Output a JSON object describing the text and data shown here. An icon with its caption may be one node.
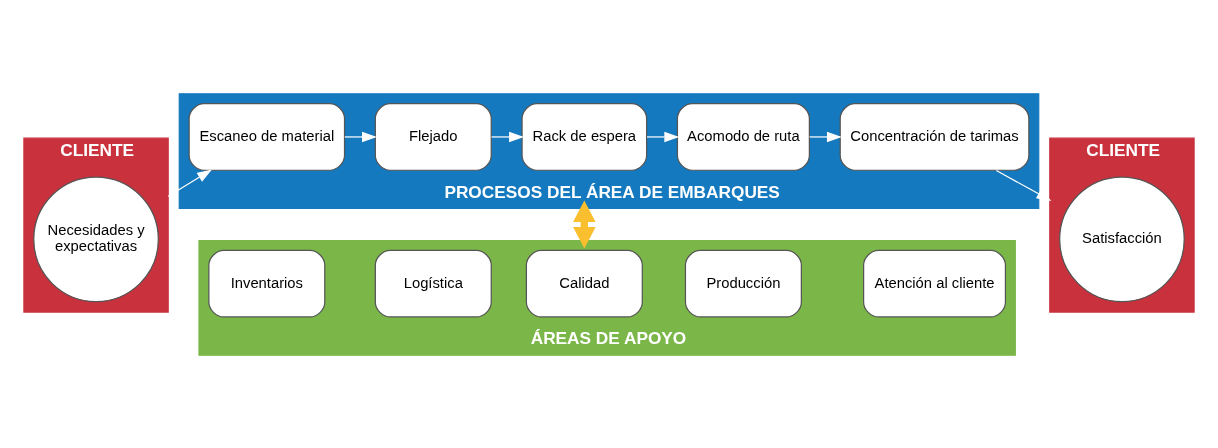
{
  "diagram": {
    "nodes": [
      {
        "text": [
          "CLIENTE"
        ]
      },
      {
        "text": [
          "Necesidades y expectativas"
        ],
        "in": 0
      },
      {
        "text": [
          "PROCESOS DEL ÁREA DE EMBARQUES"
        ]
      },
      {
        "text": [
          "Escaneo de material"
        ],
        "in": 2
      },
      {
        "text": [
          "Flejado"
        ],
        "in": 2
      },
      {
        "text": [
          "Rack de espera"
        ],
        "in": 2
      },
      {
        "text": [
          "Acomodo de ruta"
        ],
        "in": 2
      },
      {
        "text": [
          "Concentración de tarimas"
        ],
        "in": 2
      },
      {
        "text": [
          "ÁREAS DE APOYO"
        ]
      },
      {
        "text": [
          "Inventarios"
        ],
        "in": 8
      },
      {
        "text": [
          "Logística"
        ],
        "in": 8
      },
      {
        "text": [
          "Calidad"
        ],
        "in": 8
      },
      {
        "text": [
          "Producción"
        ],
        "in": 8
      },
      {
        "text": [
          "Atención al cliente"
        ],
        "in": 8
      },
      {
        "text": [
          "CLIENTE"
        ]
      },
      {
        "text": [
          "Satisfacción"
        ],
        "in": 14
      }
    ],
    "edges": [
      {
        "from": 0,
        "to": 3,
        "arrow": "to",
        "color": "#ffffff"
      },
      {
        "from": 3,
        "to": 4,
        "arrow": "to",
        "color": "#ffffff"
      },
      {
        "from": 4,
        "to": 5,
        "arrow": "to",
        "color": "#ffffff"
      },
      {
        "from": 5,
        "to": 6,
        "arrow": "to",
        "color": "#ffffff"
      },
      {
        "from": 6,
        "to": 7,
        "arrow": "to",
        "color": "#ffffff"
      },
      {
        "from": 7,
        "to": 14,
        "arrow": "to",
        "color": "#ffffff"
      },
      {
        "from": 2,
        "to": 8,
        "arrow": "both",
        "style": "thick",
        "color": "#f9bf2f"
      }
    ]
  }
}
